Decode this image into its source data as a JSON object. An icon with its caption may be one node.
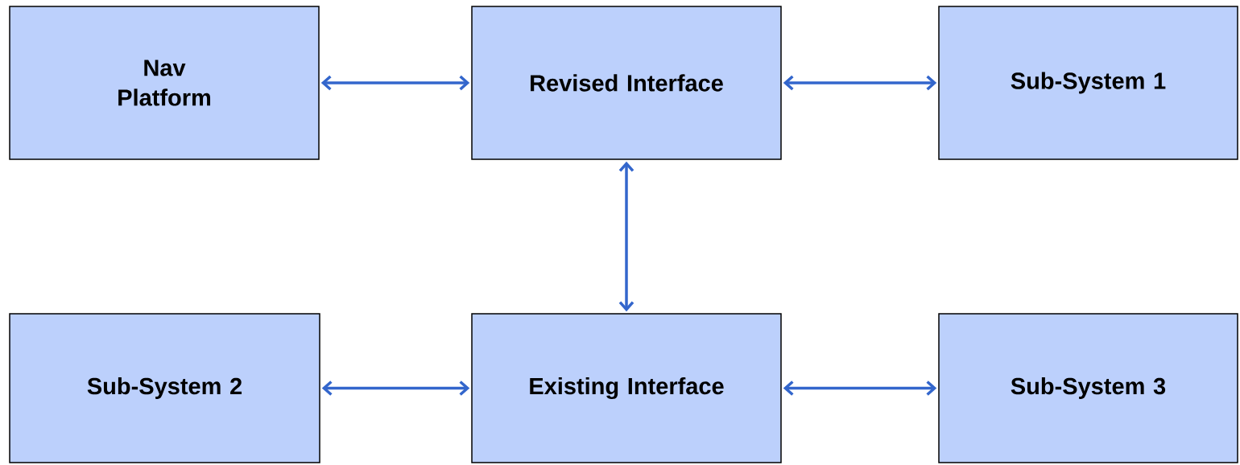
{
  "diagram": {
    "nodes": [
      {
        "text": [
          "Nav Platform"
        ]
      },
      {
        "text": [
          "Revised Interface"
        ]
      },
      {
        "text": [
          "Sub-System 1"
        ]
      },
      {
        "text": [
          "Sub-System 2"
        ]
      },
      {
        "text": [
          "Existing Interface"
        ]
      },
      {
        "text": [
          "Sub-System 3"
        ]
      }
    ],
    "edges": [
      {
        "from": 0,
        "to": 1,
        "arrow": "both"
      },
      {
        "from": 1,
        "to": 2,
        "arrow": "both"
      },
      {
        "from": 1,
        "to": 4,
        "arrow": "both"
      },
      {
        "from": 3,
        "to": 4,
        "arrow": "both"
      },
      {
        "from": 4,
        "to": 5,
        "arrow": "both"
      }
    ]
  }
}
